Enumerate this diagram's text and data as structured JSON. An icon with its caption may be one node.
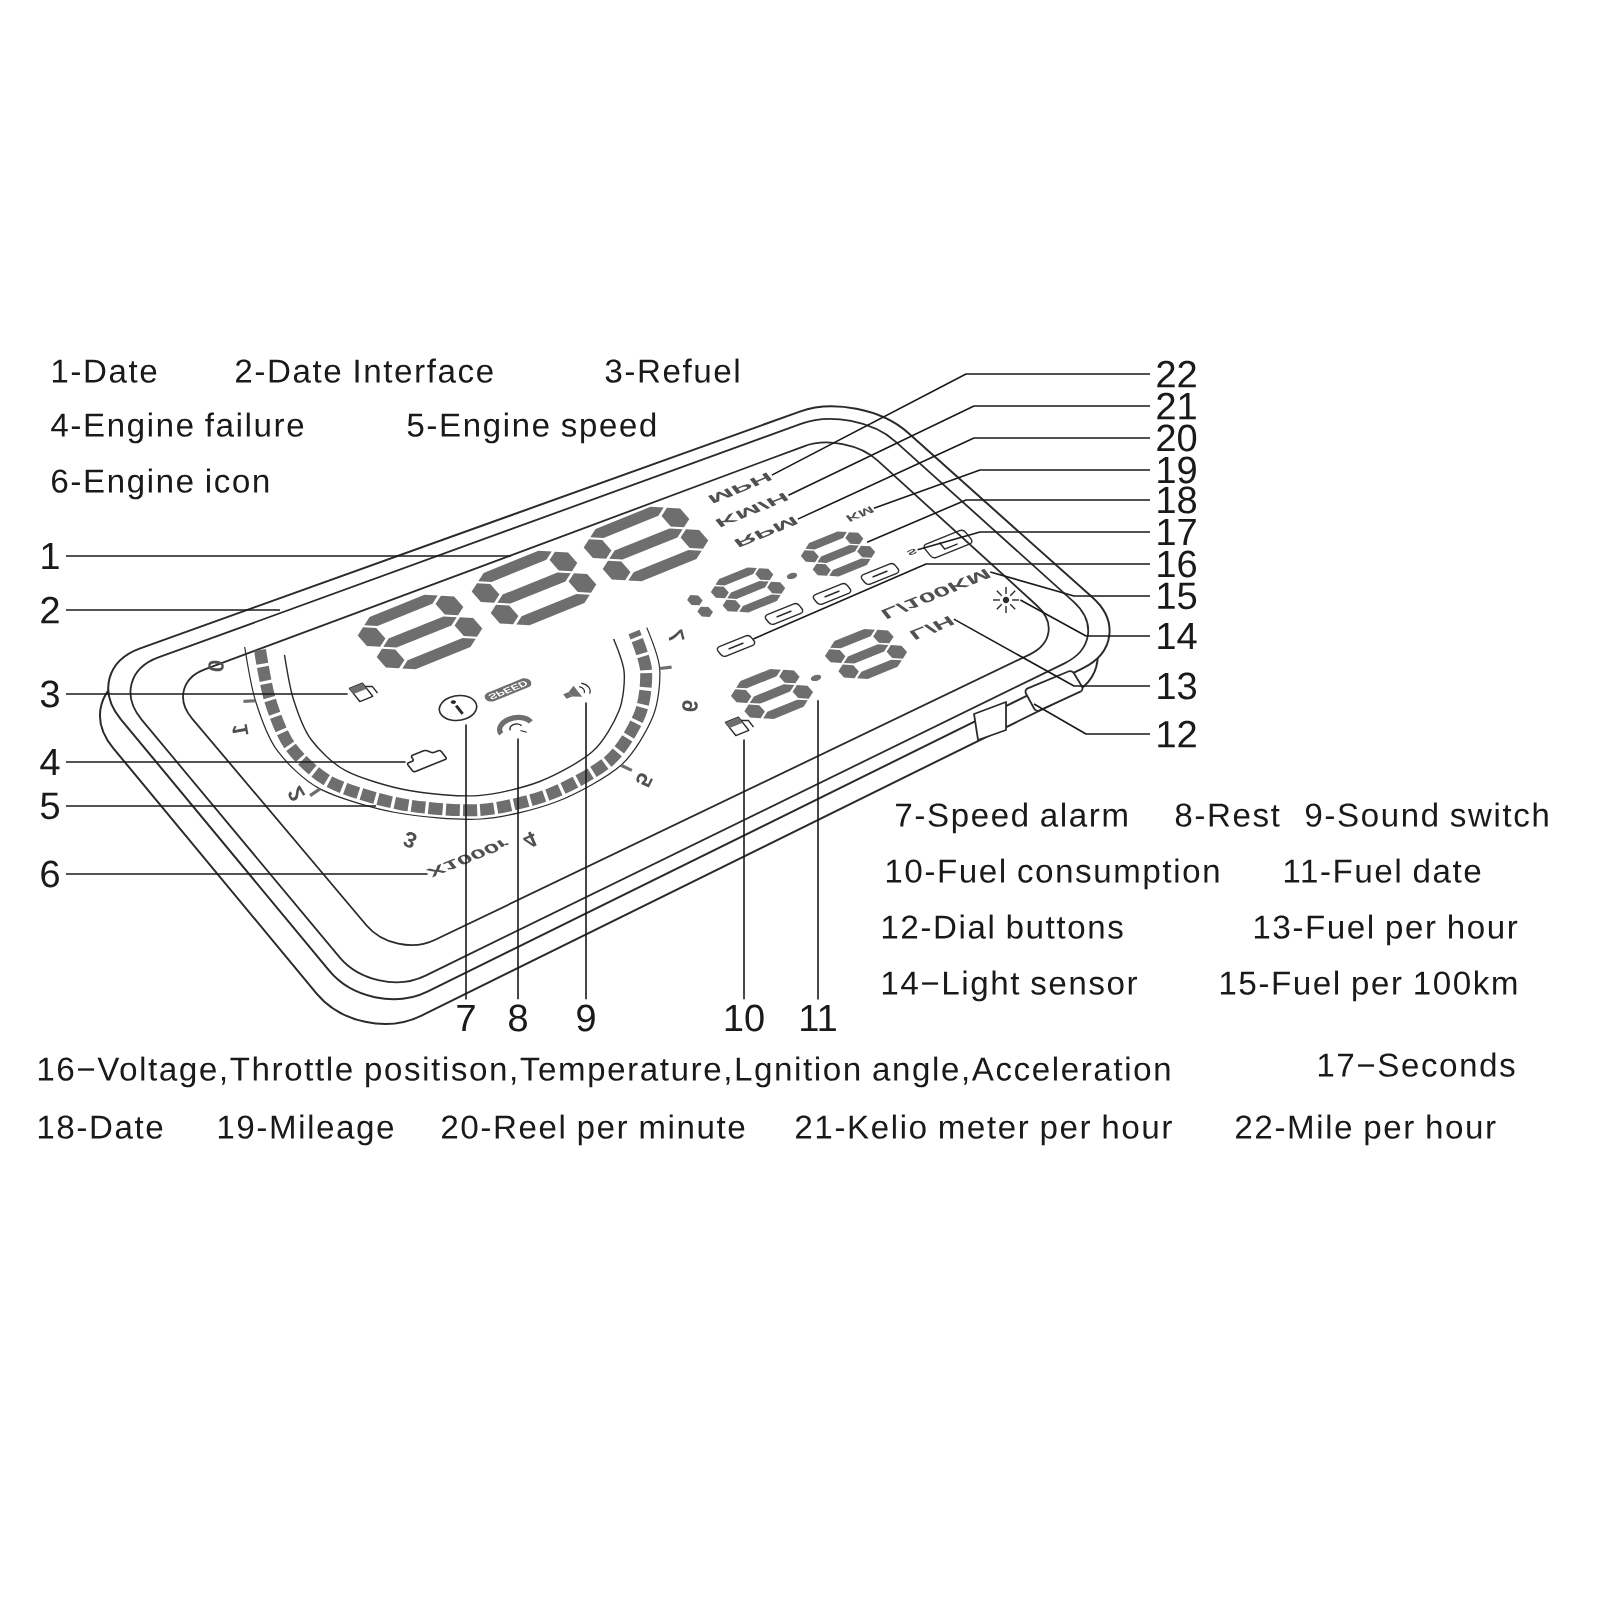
{
  "diagram": {
    "nodes": [
      {
        "text": [
          "1"
        ]
      },
      {
        "text": [
          "2"
        ]
      },
      {
        "text": [
          "3"
        ]
      },
      {
        "text": [
          "4"
        ]
      },
      {
        "text": [
          "5"
        ]
      },
      {
        "text": [
          "6"
        ]
      },
      {
        "text": [
          "7"
        ]
      },
      {
        "text": [
          "8"
        ]
      },
      {
        "text": [
          "9"
        ]
      },
      {
        "text": [
          "10"
        ]
      },
      {
        "text": [
          "11"
        ]
      },
      {
        "text": [
          "12"
        ]
      },
      {
        "text": [
          "13"
        ]
      },
      {
        "text": [
          "14"
        ]
      },
      {
        "text": [
          "15"
        ]
      },
      {
        "text": [
          "16"
        ]
      },
      {
        "text": [
          "17"
        ]
      },
      {
        "text": [
          "18"
        ]
      },
      {
        "text": [
          "19"
        ]
      },
      {
        "text": [
          "20"
        ]
      },
      {
        "text": [
          "21"
        ]
      },
      {
        "text": [
          "22"
        ]
      },
      {
        "text": [
          "MPH"
        ]
      },
      {
        "text": [
          "KM/H"
        ]
      },
      {
        "text": [
          "RPM"
        ]
      },
      {
        "text": [
          "KM"
        ]
      },
      {
        "text": [
          "s"
        ]
      },
      {
        "text": [
          "L/100KM"
        ]
      },
      {
        "text": [
          "L/H"
        ]
      },
      {
        "text": [
          "X1000r"
        ]
      },
      {
        "text": [],
        "shape": "picture"
      },
      {
        "text": [],
        "shape": "picture"
      },
      {
        "text": [],
        "shape": "picture"
      },
      {
        "text": [],
        "shape": "picture"
      },
      {
        "text": [],
        "shape": "picture"
      },
      {
        "text": [],
        "shape": "picture"
      },
      {
        "text": [],
        "shape": "picture"
      },
      {
        "text": [],
        "shape": "box"
      },
      {
        "text": [],
        "shape": "box"
      },
      {
        "text": [],
        "shape": "box"
      },
      {
        "text": [],
        "shape": "box"
      },
      {
        "text": [],
        "shape": "box"
      },
      {
        "text": [],
        "shape": "picture"
      },
      {
        "text": [],
        "shape": "picture"
      },
      {
        "text": [],
        "shape": "picture"
      },
      {
        "text": [],
        "shape": "picture"
      },
      {
        "text": [],
        "shape": "picture"
      },
      {
        "text": [],
        "shape": "picture"
      },
      {
        "text": [],
        "shape": "picture"
      },
      {
        "text": [],
        "shape": "picture"
      }
    ],
    "edges": [
      {
        "from": 0,
        "to": 43,
        "arrow": "none"
      },
      {
        "from": 1,
        "to": null,
        "arrow": "none"
      },
      {
        "from": 2,
        "to": 30,
        "arrow": "none"
      },
      {
        "from": 3,
        "to": 31,
        "arrow": "none"
      },
      {
        "from": 4,
        "to": null,
        "arrow": "none"
      },
      {
        "from": 5,
        "to": 29,
        "arrow": "none"
      },
      {
        "from": 6,
        "to": 32,
        "arrow": "none"
      },
      {
        "from": 7,
        "to": 33,
        "arrow": "none"
      },
      {
        "from": 8,
        "to": 34,
        "arrow": "none"
      },
      {
        "from": 9,
        "to": 35,
        "arrow": "none"
      },
      {
        "from": 10,
        "to": 48,
        "arrow": "none"
      },
      {
        "from": 11,
        "to": null,
        "arrow": "none"
      },
      {
        "from": 12,
        "to": 28,
        "arrow": "none"
      },
      {
        "from": 13,
        "to": 36,
        "arrow": "none"
      },
      {
        "from": 14,
        "to": 27,
        "arrow": "none"
      },
      {
        "from": 15,
        "to": 37,
        "arrow": "none"
      },
      {
        "from": 16,
        "to": 26,
        "arrow": "none"
      },
      {
        "from": 17,
        "to": 47,
        "arrow": "none"
      },
      {
        "from": 18,
        "to": 25,
        "arrow": "none"
      },
      {
        "from": 19,
        "to": 24,
        "arrow": "none"
      },
      {
        "from": 20,
        "to": 23,
        "arrow": "none"
      },
      {
        "from": 21,
        "to": 22,
        "arrow": "none"
      }
    ],
    "labels": [
      "1-Date",
      "2-Date Interface",
      "3-Refuel",
      "4-Engine failure",
      "5-Engine speed",
      "6-Engine icon",
      "SPEED",
      "0",
      "1",
      "2",
      "3",
      "4",
      "5",
      "6",
      "7",
      "7-Speed alarm",
      "8-Rest",
      "9-Sound switch",
      "10-Fuel consumption",
      "11-Fuel date",
      "12-Dial buttons",
      "13-Fuel per hour",
      "14−Light sensor",
      "15-Fuel per 100km",
      "16−Voltage,Throttle positison,Temperature,Lgnition angle,Acceleration",
      "17−Seconds",
      "18-Date",
      "19-Mileage",
      "20-Reel per minute",
      "21-Kelio meter per hour",
      "22-Mile per hour"
    ]
  }
}
